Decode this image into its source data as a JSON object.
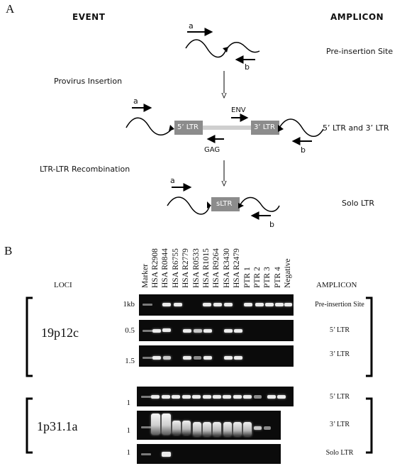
{
  "panel_a": {
    "letter": "A",
    "event_header": "EVENT",
    "amplicon_header": "AMPLICON",
    "primer_a": "a",
    "primer_b": "b",
    "step1": "Provirus Insertion",
    "step2": "LTR-LTR Recombination",
    "amp1": "Pre-insertion Site",
    "amp2": "5’ LTR and 3’ LTR",
    "amp3": "Solo LTR",
    "ltr5": "5’ LTR",
    "ltr3": "3’ LTR",
    "env": "ENV",
    "gag": "GAG",
    "sltr": "sLTR"
  },
  "panel_b": {
    "letter": "B",
    "loci_header": "LOCI",
    "amplicon_header": "AMPLICON",
    "lanes": [
      "Marker",
      "HSA R2908",
      "HSA R0844",
      "HSA R6755",
      "HSA R2779",
      "HSA R0533",
      "HSA R1015",
      "HSA R9264",
      "HSA R3430",
      "HSA R2479",
      "PTR 1",
      "PTR 2",
      "PTR 3",
      "PTR 4",
      "Negative"
    ],
    "locus1": "19p12c",
    "locus2": "1p31.1a",
    "gel_labels": {
      "g1_size": "1kb",
      "g1_amp": "Pre-insertion Site",
      "g2_size": "0.5",
      "g2_amp": "5’ LTR",
      "g3_size": "1.5",
      "g3_amp": "3’ LTR",
      "g4_size": "1",
      "g4_amp": "5’ LTR",
      "g5_size": "1",
      "g5_amp": "3’ LTR",
      "g6_size": "1",
      "g6_amp": "Solo LTR"
    }
  },
  "colors": {
    "gel_bg": "#0b0b0b",
    "ltr_box": "#8c8c8c",
    "band": "#ececec"
  }
}
